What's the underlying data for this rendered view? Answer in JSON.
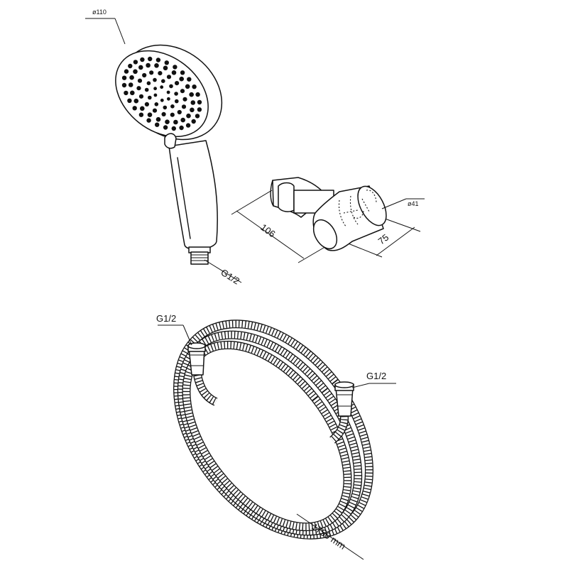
{
  "hand_shower": {
    "diameter_label": "ø110",
    "thread_label": "G1/2"
  },
  "holder": {
    "length_label": "106",
    "height_label": "75",
    "diameter_label": "ø41"
  },
  "hose": {
    "left_thread_label": "G1/2",
    "right_thread_label": "G1/2",
    "length_label": "1750 mm"
  }
}
